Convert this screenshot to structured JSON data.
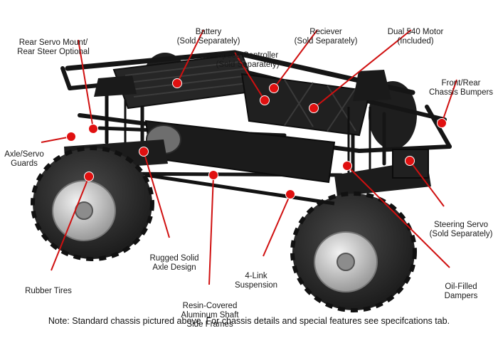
{
  "callouts": [
    {
      "id": "rear-servo-mount",
      "lines": [
        "Rear Servo Mount/",
        "Rear Steer Optional"
      ]
    },
    {
      "id": "battery",
      "lines": [
        "Battery",
        "(Sold Separately)"
      ]
    },
    {
      "id": "reciever",
      "lines": [
        "Reciever",
        "(Sold Separately)"
      ]
    },
    {
      "id": "dual-540-motor",
      "lines": [
        "Dual 540 Motor",
        "(Included)"
      ]
    },
    {
      "id": "speed-controller",
      "lines": [
        "Speed Controller",
        "(Sold Separately)"
      ]
    },
    {
      "id": "front-rear-bumpers",
      "lines": [
        "Front/Rear",
        "Chassis Bumpers"
      ]
    },
    {
      "id": "axle-servo-guards",
      "lines": [
        "Axle/Servo",
        "Guards"
      ]
    },
    {
      "id": "steering-servo",
      "lines": [
        "Steering Servo",
        "(Sold Separately)"
      ]
    },
    {
      "id": "rugged-solid-axle",
      "lines": [
        "Rugged Solid",
        "Axle Design"
      ]
    },
    {
      "id": "four-link-suspension",
      "lines": [
        "4-Link",
        "Suspension"
      ]
    },
    {
      "id": "rubber-tires",
      "lines": [
        "Rubber Tires"
      ]
    },
    {
      "id": "oil-filled-dampers",
      "lines": [
        "Oil-Filled",
        "Dampers"
      ]
    },
    {
      "id": "resin-shaft-frames",
      "lines": [
        "Resin-Covered",
        "Aluminum Shaft",
        "Side Frames"
      ]
    }
  ],
  "note": "Note: Standard chassis pictured above. For chassis details and special features see specifcations tab.",
  "colors": {
    "marker": "#e01010",
    "leader": "#d01010",
    "text": "#1a1a1a",
    "chassis": "#151515",
    "tire": "#2a2a2a",
    "rim": "#c8c8c8"
  }
}
